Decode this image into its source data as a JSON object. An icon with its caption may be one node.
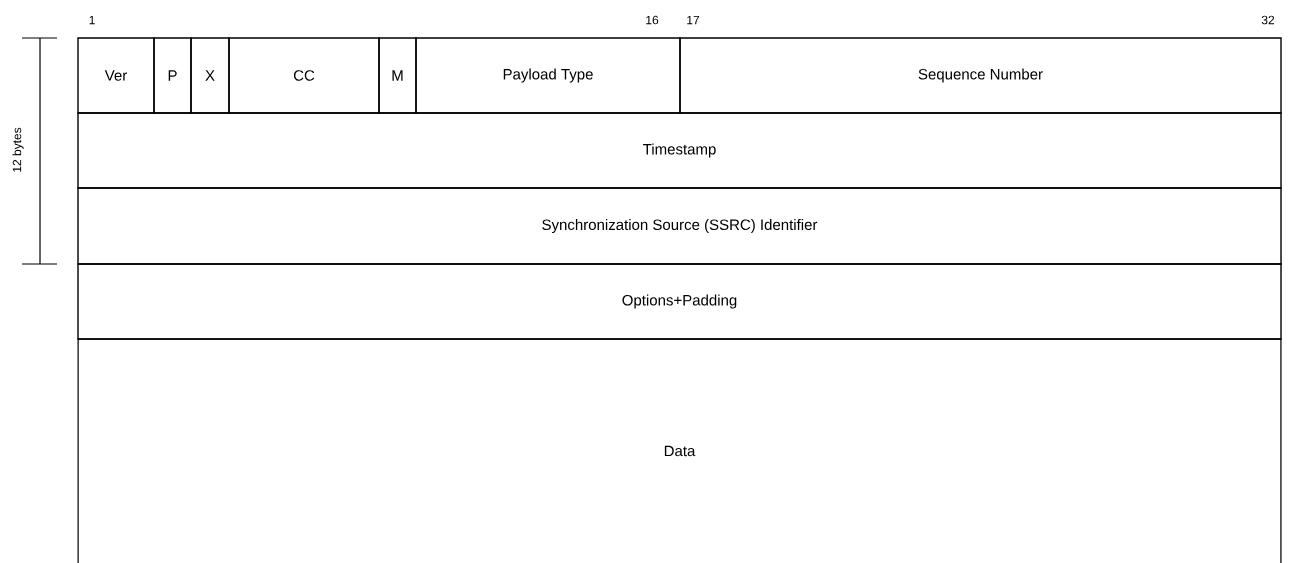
{
  "diagram": {
    "nodes": [
      {
        "text": [
          "Ver"
        ]
      },
      {
        "text": [
          "P"
        ]
      },
      {
        "text": [
          "X"
        ]
      },
      {
        "text": [
          "CC"
        ]
      },
      {
        "text": [
          "M"
        ]
      },
      {
        "text": [
          "Payload Type"
        ]
      },
      {
        "text": [
          "Sequence Number"
        ]
      },
      {
        "text": [
          "Timestamp"
        ]
      },
      {
        "text": [
          "Synchronization Source (SSRC) Identifier"
        ]
      },
      {
        "text": [
          "Options+Padding"
        ]
      },
      {
        "text": [
          "Data"
        ]
      }
    ],
    "labels": [
      "1",
      "16",
      "17",
      "32",
      "12 bytes"
    ]
  }
}
